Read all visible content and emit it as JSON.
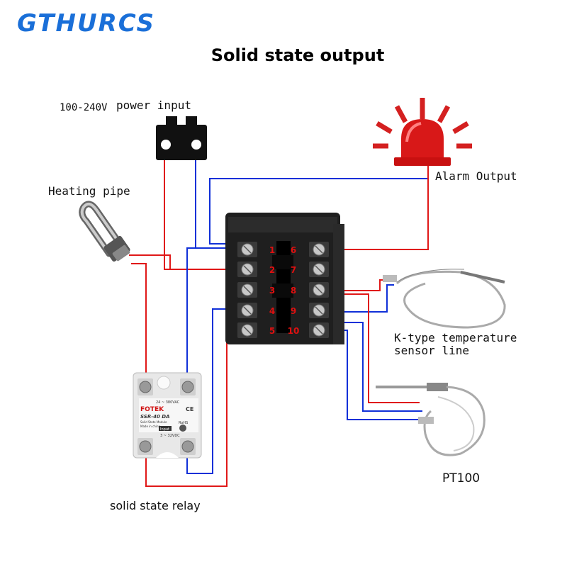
{
  "brand": {
    "text": "GTHURCS",
    "color": "#1a6fd8"
  },
  "title": "Solid state output",
  "labels": {
    "power_voltage": "100-240V",
    "power_input": "power input",
    "heating_pipe": "Heating pipe",
    "alarm_output": "Alarm Output",
    "ktype_line1": "K-type temperature",
    "ktype_line2": "sensor line",
    "pt100": "PT100",
    "ssr": "solid state relay"
  },
  "controller": {
    "terminals_left": [
      "1",
      "2",
      "3",
      "4",
      "5"
    ],
    "terminals_right": [
      "6",
      "7",
      "8",
      "9",
      "10"
    ]
  },
  "relay": {
    "voltage_top": "24 ~ 380VAC",
    "ce_mark": "CE",
    "brand": "FOTEK",
    "model": "SSR-40 DA",
    "subtitle": "Solid State Module",
    "made_in": "Made in china",
    "rohs": "RoHS",
    "input_label": "Input",
    "input_voltage": "3 ~ 32VDC"
  },
  "colors": {
    "wire_red": "#e01818",
    "wire_blue": "#1030d8",
    "terminal_numbers": "#e01010"
  },
  "icons": [
    "battery-icon",
    "alarm-beacon-icon",
    "heating-element-icon",
    "thermocouple-probe-icon"
  ]
}
